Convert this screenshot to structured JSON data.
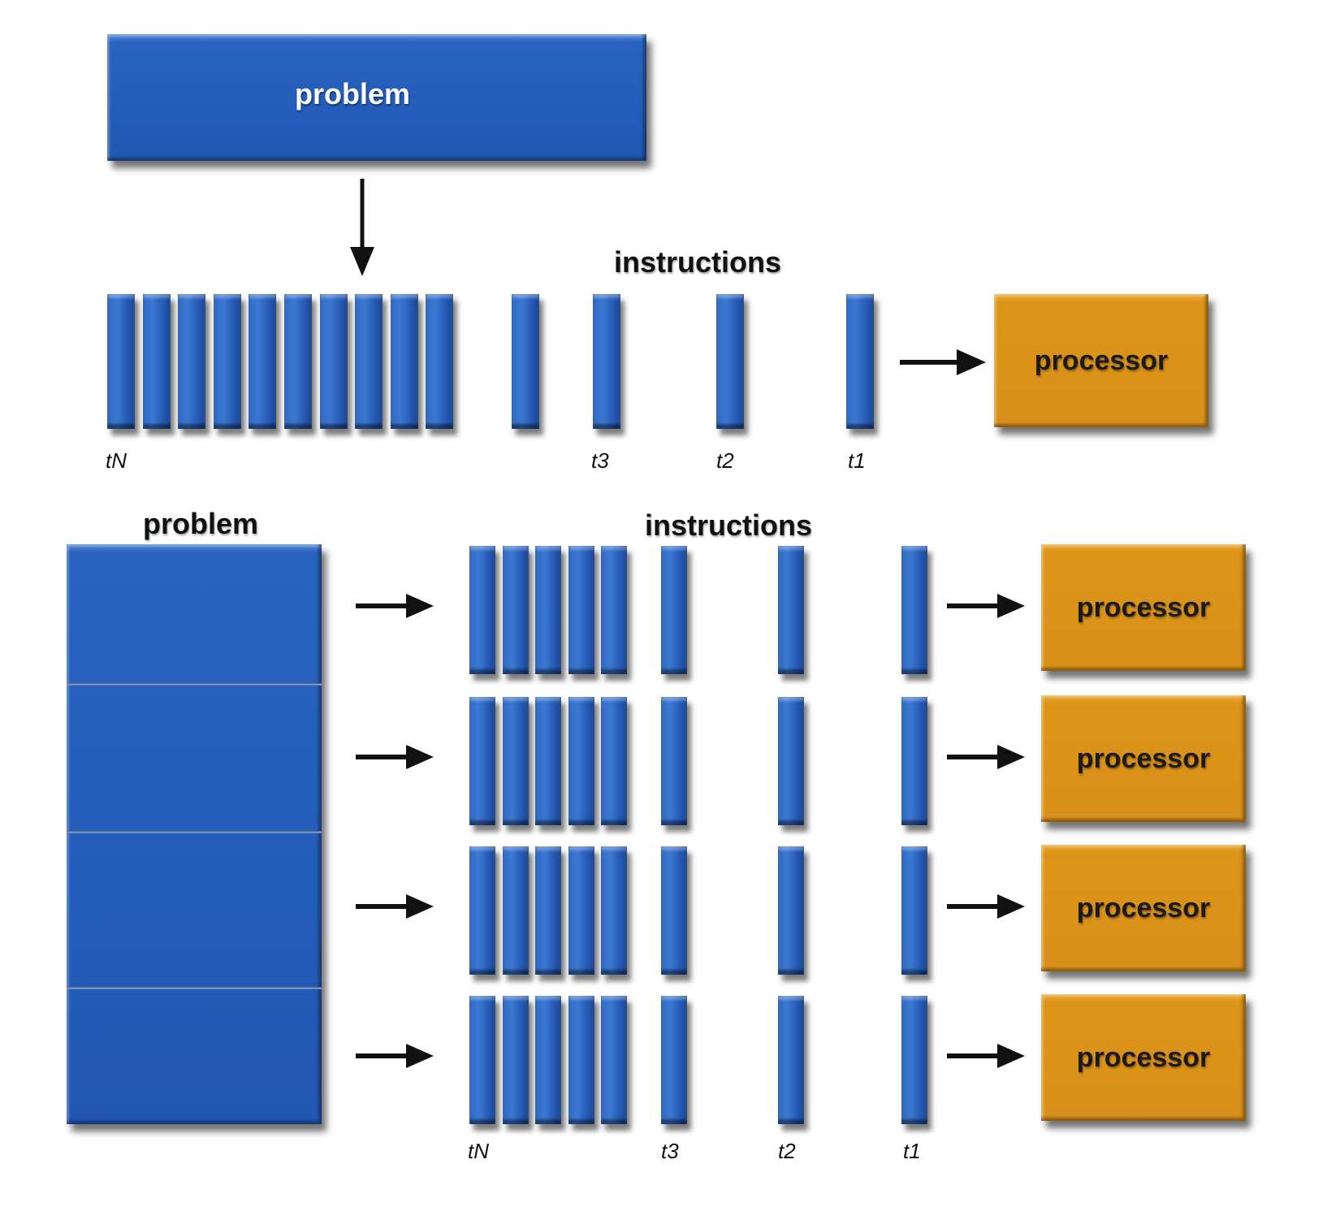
{
  "serial": {
    "problem_label": "problem",
    "instructions_label": "instructions",
    "processor_label": "processor",
    "instruction_count_block": 10,
    "instruction_count_single": 4,
    "time_labels": [
      "tN",
      "t3",
      "t2",
      "t1"
    ]
  },
  "parallel": {
    "problem_label": "problem",
    "instructions_label": "instructions",
    "problem_parts": 4,
    "rows": [
      {
        "processor_label": "processor"
      },
      {
        "processor_label": "processor"
      },
      {
        "processor_label": "processor"
      },
      {
        "processor_label": "processor"
      }
    ],
    "instruction_count_block": 5,
    "instruction_count_single": 3,
    "time_labels": [
      "tN",
      "t3",
      "t2",
      "t1"
    ]
  },
  "colors": {
    "problem_blue": "#2a62c0",
    "processor_orange": "#dc9418",
    "text_dark": "#111111",
    "background": "#ffffff"
  },
  "icons": {
    "arrow": "arrow-right-icon",
    "arrow_down": "arrow-down-icon"
  }
}
